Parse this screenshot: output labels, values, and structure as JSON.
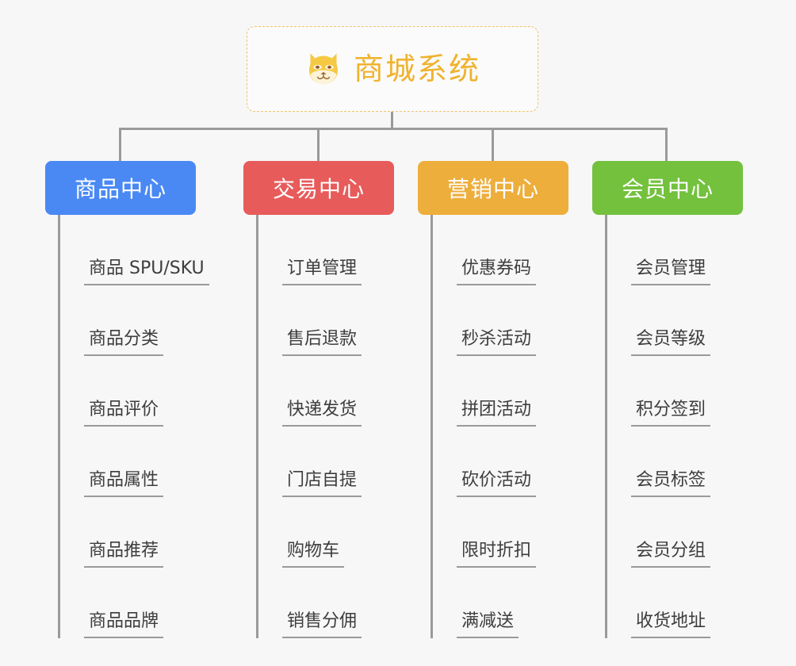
{
  "canvas": {
    "background": "#f7f7f7",
    "connector_color": "#9a9a9a"
  },
  "root": {
    "title": "商城系统",
    "icon": "shiba-dog-face-icon",
    "text_color": "#f0b22e",
    "border_color": "#f0c36a",
    "background": "#fbfbfb"
  },
  "categories": [
    {
      "label": "商品中心",
      "color": "#4a89f3",
      "items": [
        "商品 SPU/SKU",
        "商品分类",
        "商品评价",
        "商品属性",
        "商品推荐",
        "商品品牌"
      ]
    },
    {
      "label": "交易中心",
      "color": "#e75b5b",
      "items": [
        "订单管理",
        "售后退款",
        "快递发货",
        "门店自提",
        "购物车",
        "销售分佣"
      ]
    },
    {
      "label": "营销中心",
      "color": "#edae3c",
      "items": [
        "优惠券码",
        "秒杀活动",
        "拼团活动",
        "砍价活动",
        "限时折扣",
        "满减送"
      ]
    },
    {
      "label": "会员中心",
      "color": "#73c13d",
      "items": [
        "会员管理",
        "会员等级",
        "积分签到",
        "会员标签",
        "会员分组",
        "收货地址"
      ]
    }
  ]
}
